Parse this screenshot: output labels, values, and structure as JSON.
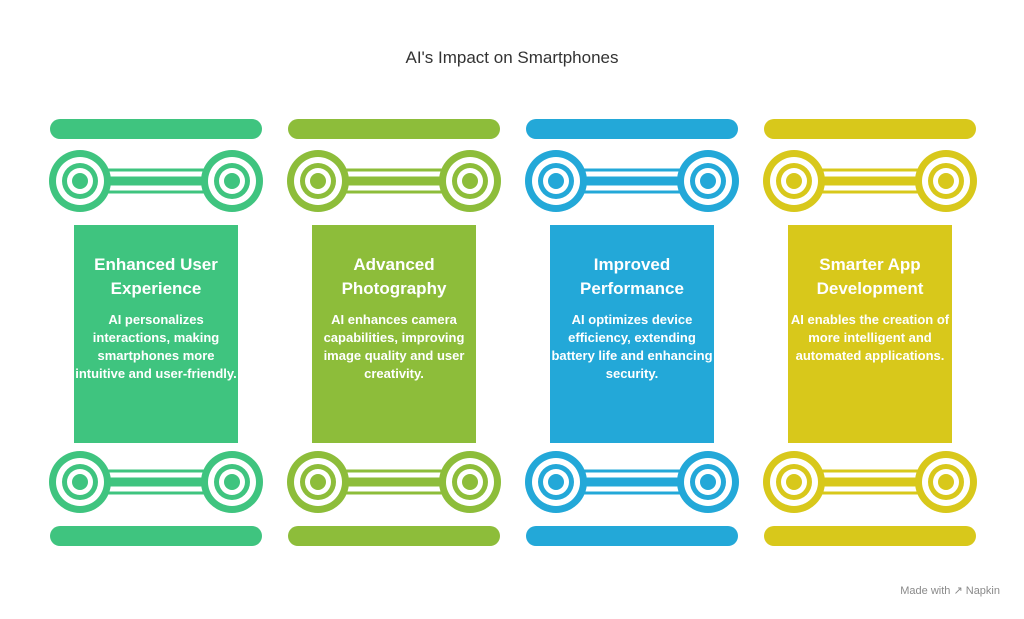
{
  "title": "AI's Impact on Smartphones",
  "pillars": [
    {
      "heading_line1": "Enhanced User",
      "heading_line2": "Experience",
      "description": "AI personalizes interactions, making smartphones more intuitive and user-friendly.",
      "color": "#3fc47f"
    },
    {
      "heading_line1": "Advanced",
      "heading_line2": "Photography",
      "description": "AI enhances camera capabilities, improving image quality and user creativity.",
      "color": "#8dbd3a"
    },
    {
      "heading_line1": "Improved",
      "heading_line2": "Performance",
      "description": "AI optimizes device efficiency, extending battery life and enhancing security.",
      "color": "#23a8d8"
    },
    {
      "heading_line1": "Smarter App",
      "heading_line2": "Development",
      "description": "AI enables the creation of more intelligent and automated applications.",
      "color": "#d8c81b"
    }
  ],
  "watermark": {
    "prefix": "Made with",
    "brand": "Napkin",
    "icon": "napkin-logo-icon"
  }
}
